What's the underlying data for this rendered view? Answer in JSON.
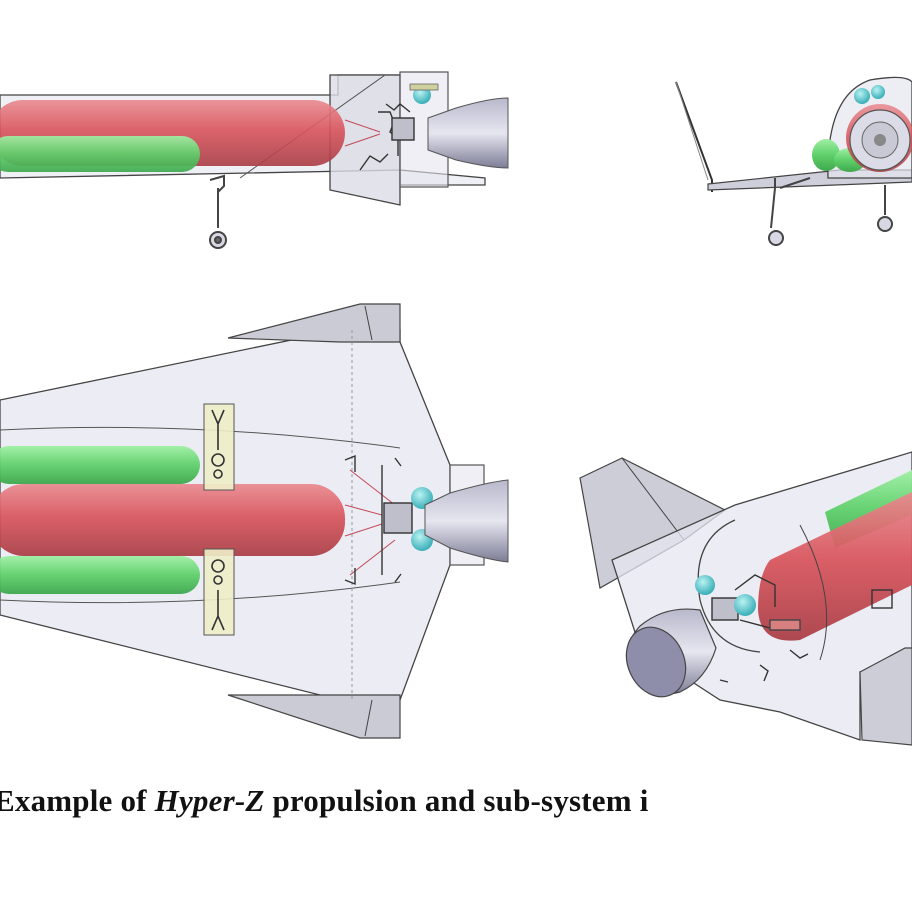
{
  "caption": {
    "prefix": "Example of ",
    "name": "Hyper-Z",
    "suffix": " propulsion and sub-system i"
  },
  "views": [
    "side-view",
    "front-view",
    "top-view",
    "isometric-view"
  ],
  "colors": {
    "oxidizer_tank": "#d9545c",
    "fuel_tank": "#5fd06b",
    "hull": "#e4e4ee",
    "outline": "#3a3a3a",
    "nozzle": "#8c8ca6",
    "valve": "#4fc7c7",
    "gear_bay": "#f0eec8"
  }
}
